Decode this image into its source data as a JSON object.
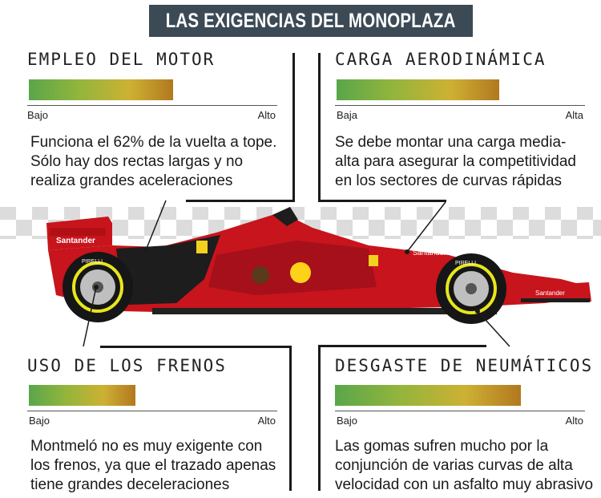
{
  "header": {
    "title": "LAS EXIGENCIAS DEL MONOPLAZA"
  },
  "panels": {
    "motor": {
      "title": "EMPLEO DEL MOTOR",
      "level": 0.62,
      "low": "Bajo",
      "high": "Alto",
      "description": [
        "Funciona el 62% de la vuelta a tope.",
        "Sólo hay dos rectas largas y no",
        "realiza grandes aceleraciones"
      ]
    },
    "aero": {
      "title": "CARGA AERODINÁMICA",
      "level": 0.7,
      "low": "Baja",
      "high": "Alta",
      "description": [
        "Se debe montar una carga media-",
        "alta para asegurar la competitividad",
        "en los sectores de curvas rápidas"
      ]
    },
    "frenos": {
      "title": "USO DE LOS FRENOS",
      "level": 0.46,
      "low": "Bajo",
      "high": "Alto",
      "description": [
        "Montmeló no es muy exigente con",
        "los frenos, ya que el trazado apenas",
        "tiene grandes deceleraciones"
      ]
    },
    "neumaticos": {
      "title": "DESGASTE DE NEUMÁTICOS",
      "level": 0.8,
      "low": "Bajo",
      "high": "Alto",
      "description": [
        "Las gomas sufren mucho por la",
        "conjunción de varias curvas de alta",
        "velocidad con un asfalto muy abrasivo"
      ]
    }
  },
  "car": {
    "sponsor_top": "Santander",
    "sponsor_front": "Santander",
    "tyre_brand": "PIRELLI",
    "sidepod_text": "Santander",
    "colors": {
      "body": "#c8141c",
      "dark": "#1d1d1d",
      "tyre_wall": "#e7e61c",
      "rim": "#bfbfbf"
    }
  }
}
